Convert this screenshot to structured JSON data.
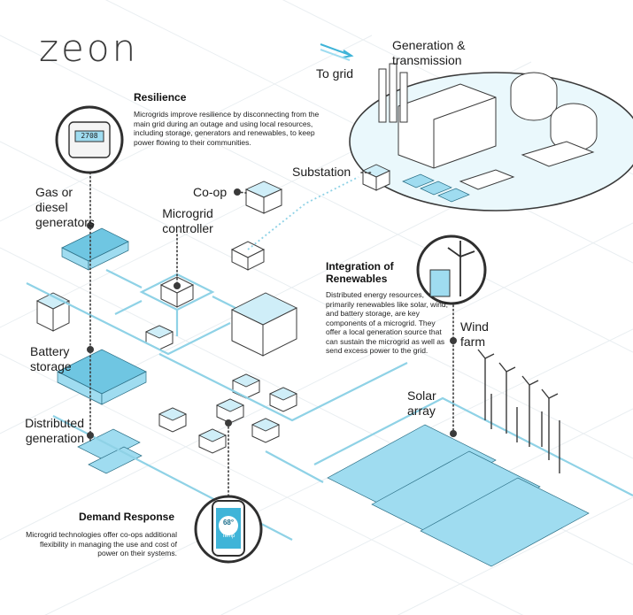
{
  "brand": {
    "logo_text": "zeon"
  },
  "labels": {
    "to_grid": "To grid",
    "generation": "Generation &\ntransmission",
    "substation": "Substation",
    "coop": "Co-op",
    "microgrid_controller": "Microgrid\ncontroller",
    "gas_diesel": "Gas or\ndiesel\ngenerators",
    "battery_storage": "Battery\nstorage",
    "distributed_generation": "Distributed\ngeneration",
    "wind_farm": "Wind\nfarm",
    "solar_array": "Solar\narray"
  },
  "callouts": {
    "resilience": {
      "heading": "Resilience",
      "body": "Microgrids improve resilience by disconnecting from the main grid during an outage and using local resources, including storage, generators and renewables, to keep power flowing to their communities."
    },
    "renewables": {
      "heading": "Integration of Renewables",
      "body": "Distributed energy resources, primarily renewables like solar, wind, and battery storage, are key components of a microgrid. They offer a local generation source that can sustain the microgrid as well as send excess power to the grid."
    },
    "demand": {
      "heading": "Demand Response",
      "body": "Microgrid technologies offer co-ops additional flexibility in managing the use and cost of power on their systems."
    }
  },
  "icons": {
    "meter": "smart-meter-icon",
    "wind": "wind-turbine-icon",
    "phone": "smartphone-thermostat-icon",
    "phone_temp": "68°",
    "phone_temp_label": "Temp",
    "meter_reading": "2708"
  },
  "colors": {
    "accent": "#8fd2e6",
    "panel": "#9fdcf0",
    "ink": "#3a3a3a"
  }
}
